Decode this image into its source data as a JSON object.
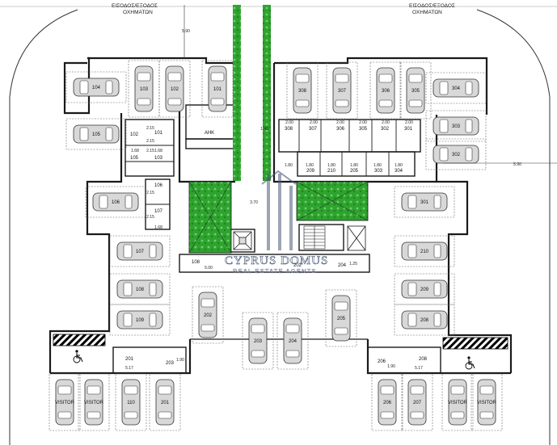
{
  "entrances": [
    {
      "id": "left",
      "text": "ΕΙΣΟΔΟΣ/ΕΞΟΔΟΣ ΟΧΗΜΑΤΩΝ"
    },
    {
      "id": "right",
      "text": "ΕΙΣΟΔΟΣ/ΕΞΟΔΟΣ ΟΧΗΜΑΤΩΝ"
    }
  ],
  "entrance_lines": {
    "left": [
      "ΕΙΣΟΔΟΣ/ΕΞΟΔΟΣ",
      "ΟΧΗΜΑΤΩΝ"
    ],
    "right": [
      "ΕΙΣΟΔΟΣ/ΕΞΟΔΟΣ",
      "ΟΧΗΜΑΤΩΝ"
    ]
  },
  "room_ahk": "AHK",
  "parking_spaces": [
    "104",
    "103",
    "102",
    "101",
    "308",
    "307",
    "306",
    "305",
    "304",
    "303",
    "302",
    "105",
    "106",
    "301",
    "107",
    "210",
    "108",
    "209",
    "109",
    "208",
    "202",
    "203",
    "204",
    "205",
    "110",
    "201",
    "206",
    "207",
    "VISITOR",
    "VISITOR",
    "VISITOR",
    "VISITOR"
  ],
  "storage_rooms": [
    "101",
    "102",
    "103",
    "105",
    "106",
    "107",
    "108",
    "308",
    "307",
    "306",
    "305",
    "302",
    "301",
    "209",
    "210",
    "205",
    "303",
    "304",
    "202",
    "204",
    "201",
    "203",
    "206",
    "208"
  ],
  "dimensions": [
    "5.90",
    "5.90",
    "3.70",
    "1.40",
    "2.00",
    "2.00",
    "2.00",
    "2.00",
    "2.00",
    "2.00",
    "1.80",
    "1.80",
    "1.80",
    "1.80",
    "1.80",
    "1.80",
    "2.15",
    "2.15",
    "2.15",
    "2.15",
    "2.15",
    "1.68",
    "1.68",
    "1.68",
    "5.00",
    "1.25",
    "5.17",
    "5.17",
    "1.90",
    "1.90"
  ],
  "watermark": {
    "brand": "CYPRUS DOMUS",
    "tagline": "REAL ESTATE AGENTS"
  },
  "colors": {
    "garden": "#2ea32e",
    "car_fill": "#d8d8d8",
    "wall": "#1a1a1a",
    "text": "#222222",
    "accessible_hatch": "#000000"
  },
  "icons": [
    "wheelchair-icon",
    "wheelchair-icon",
    "stair-icon",
    "elevator-icon"
  ]
}
